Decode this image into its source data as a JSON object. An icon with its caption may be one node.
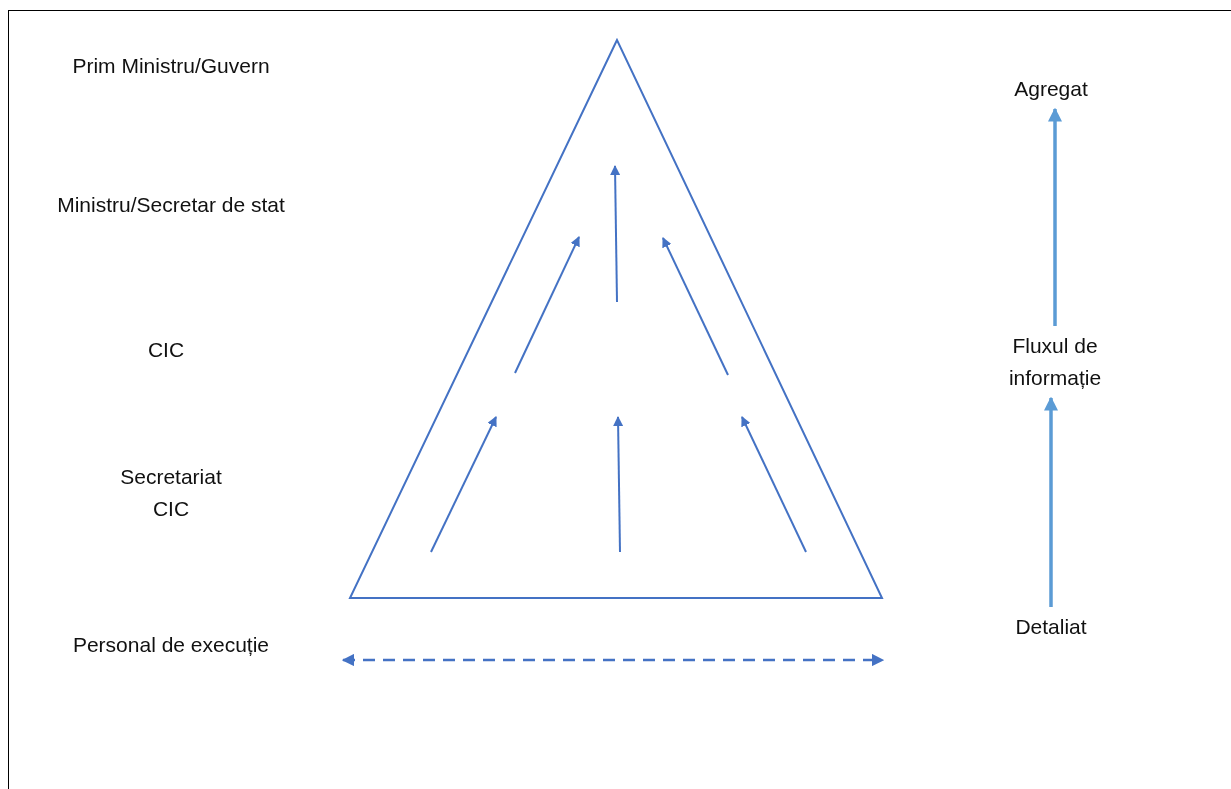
{
  "diagram": {
    "nodes": [
      {
        "text": [
          "Agregat"
        ]
      },
      {
        "text": [
          "Fluxul de informație"
        ]
      },
      {
        "text": [
          "Detaliat"
        ]
      }
    ],
    "edges": [
      {
        "from": 1,
        "to": 0,
        "arrow": "to"
      },
      {
        "from": 2,
        "to": 1,
        "arrow": "to"
      }
    ],
    "labels": [
      "Prim Ministru/Guvern",
      "Ministru/Secretar de stat",
      "CIC",
      "Secretariat CIC",
      "Personal de execuție"
    ]
  }
}
